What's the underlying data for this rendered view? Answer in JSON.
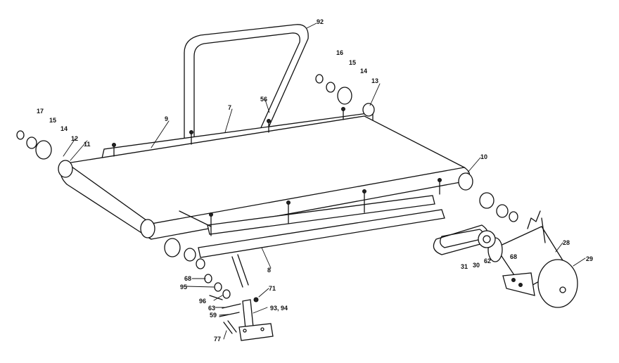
{
  "callouts": {
    "c92": "92",
    "c16": "16",
    "c15_right": "15",
    "c14_right": "14",
    "c13": "13",
    "c56": "56",
    "c7": "7",
    "c9": "9",
    "c17": "17",
    "c15_left": "15",
    "c14_left": "14",
    "c12": "12",
    "c11": "11",
    "c10": "10",
    "c28": "28",
    "c29": "29",
    "c68_right": "68",
    "c62": "62",
    "c30": "30",
    "c31": "31",
    "c8": "8",
    "c68_left": "68",
    "c95": "95",
    "c96": "96",
    "c63": "63",
    "c71": "71",
    "c59": "59",
    "c93_94": "93, 94",
    "c77": "77"
  }
}
